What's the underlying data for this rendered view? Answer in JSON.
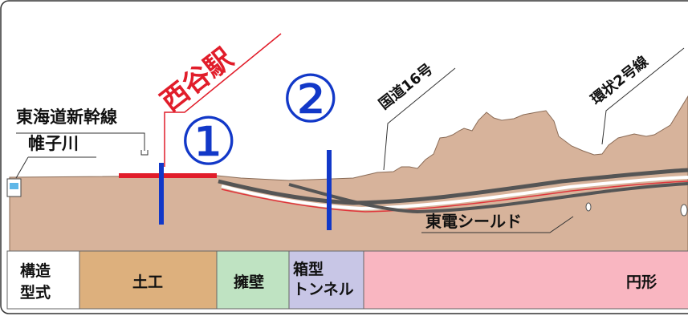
{
  "labels": {
    "shinkansen": "東海道新幹線",
    "katabiragawa": "帷子川",
    "station": "西谷駅",
    "marker1": "①",
    "marker2": "②",
    "route16": "国道16号",
    "loop2": "環状2号線",
    "shield": "東電シールド"
  },
  "table": {
    "header_line1": "構造",
    "header_line2": "型式",
    "cells": {
      "earthwork": "土工",
      "retaining_wall": "擁壁",
      "box_line1": "箱型",
      "box_line2": "トンネル",
      "circular": "円形"
    }
  },
  "colors": {
    "ground": "#d7b39b",
    "earthwork_cell": "#ddb07d",
    "retaining_wall_cell": "#bfe3c2",
    "box_cell": "#c8c6e6",
    "circular_cell": "#f9b6c1",
    "station_red": "#e11d2a",
    "marker_blue": "#1238c8",
    "tunnel_gray": "#555555"
  }
}
